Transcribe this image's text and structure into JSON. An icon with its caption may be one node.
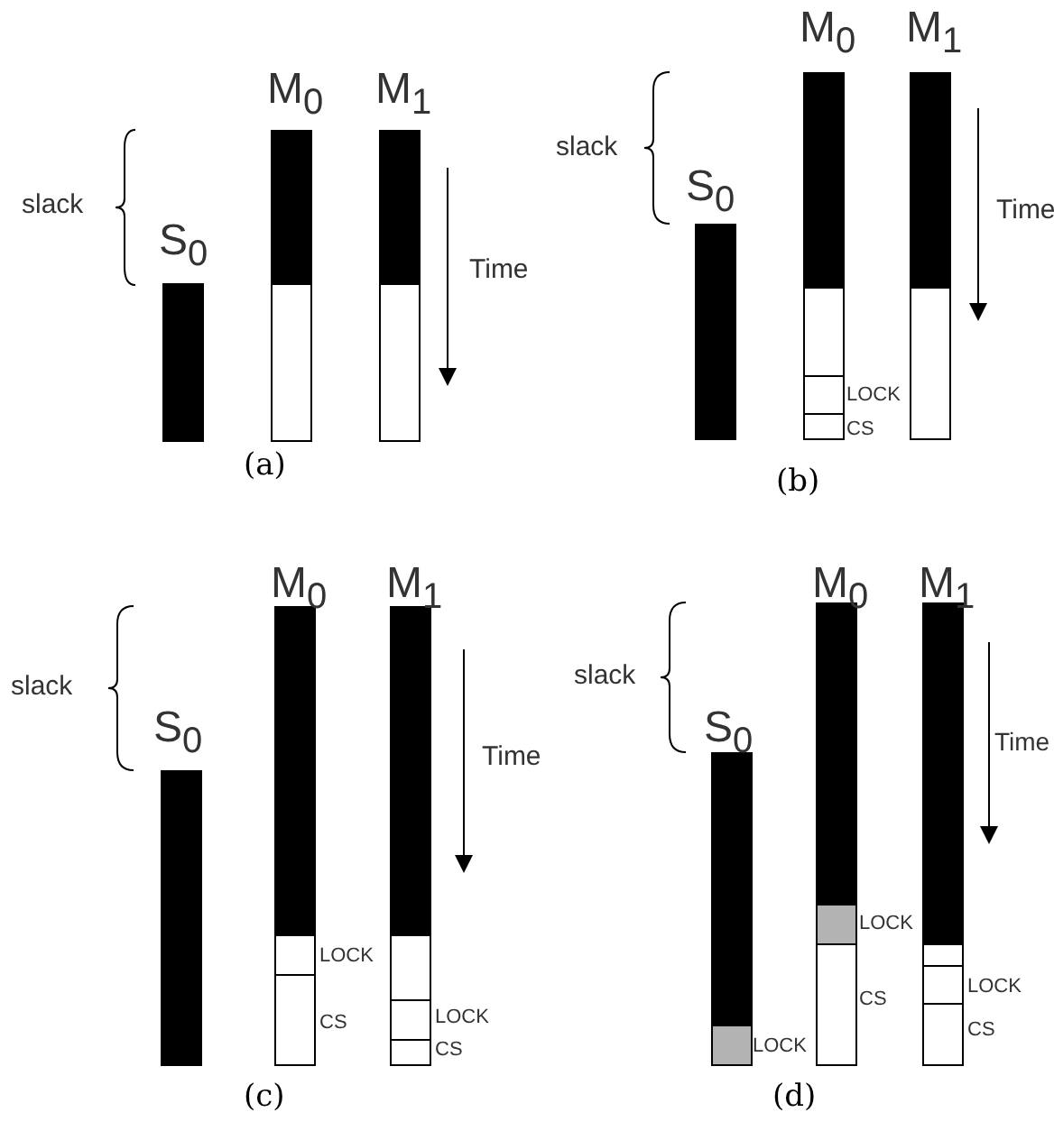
{
  "diagram": {
    "labels": [
      "slack",
      "S$_{0}$",
      "M$_{0}$",
      "M$_{1}$",
      "Time",
      "(a)",
      "slack",
      "S$_{0}$",
      "M$_{0}$",
      "M$_{1}$",
      "Time",
      "LOCK",
      "CS",
      "(b)",
      "slack",
      "S$_{0}$",
      "M$_{0}$",
      "M$_{1}$",
      "Time",
      "LOCK",
      "CS",
      "LOCK",
      "CS",
      "(c)",
      "slack",
      "S$_{0}$",
      "M$_{0}$",
      "M$_{1}$",
      "Time",
      "LOCK",
      "LOCK",
      "CS",
      "LOCK",
      "CS",
      "(d)"
    ]
  }
}
